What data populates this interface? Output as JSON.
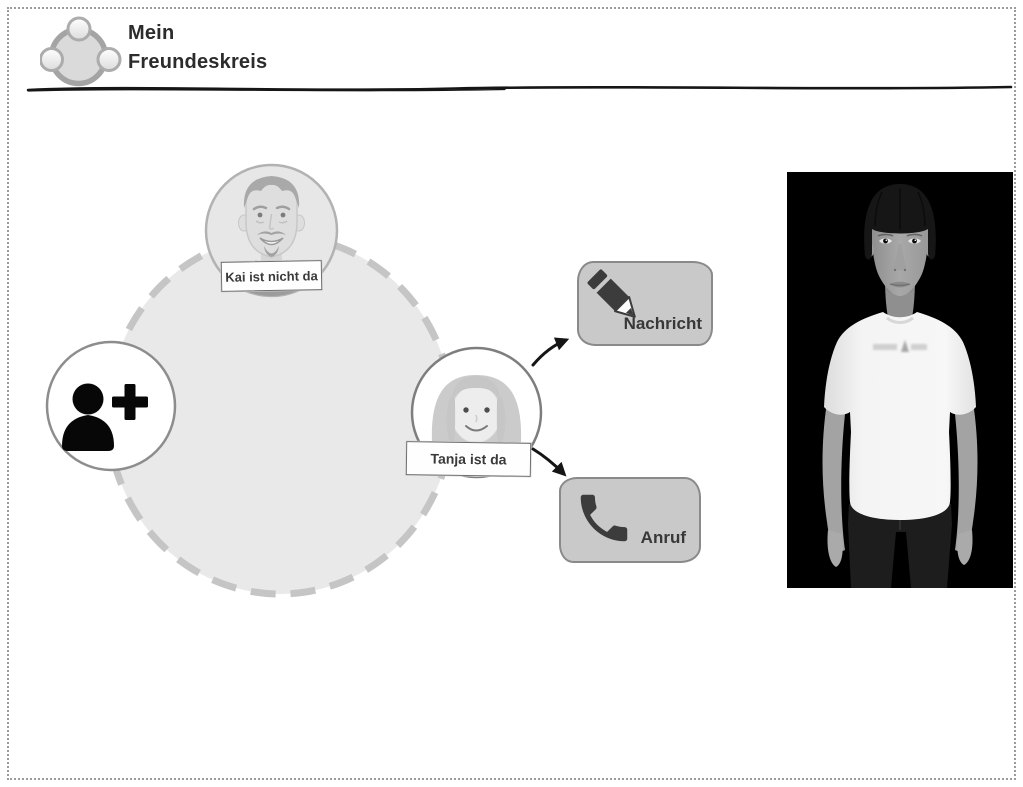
{
  "header": {
    "title_line1": "Mein",
    "title_line2": "Freundeskreis",
    "logo_icon": "friends-circle-logo"
  },
  "friend_circle": {
    "members": [
      {
        "name": "Kai",
        "status_label": "Kai ist nicht da",
        "available": false,
        "avatar_icon": "male-cartoon-avatar"
      },
      {
        "name": "Tanja",
        "status_label": "Tanja ist da",
        "available": true,
        "avatar_icon": "female-cartoon-avatar"
      }
    ],
    "add_button": {
      "icon": "person-add-icon"
    }
  },
  "actions": [
    {
      "label": "Nachricht",
      "icon": "pencil-icon"
    },
    {
      "label": "Anruf",
      "icon": "phone-icon"
    }
  ],
  "assistant": {
    "icon": "assistant-3d-avatar"
  },
  "colors": {
    "button_fill": "#c9c9c9",
    "button_border": "#8a8a8a",
    "circle_fill": "#e9e9e9",
    "circle_dash": "#c5c5c5",
    "panel_background": "#000000",
    "text": "#383838"
  }
}
